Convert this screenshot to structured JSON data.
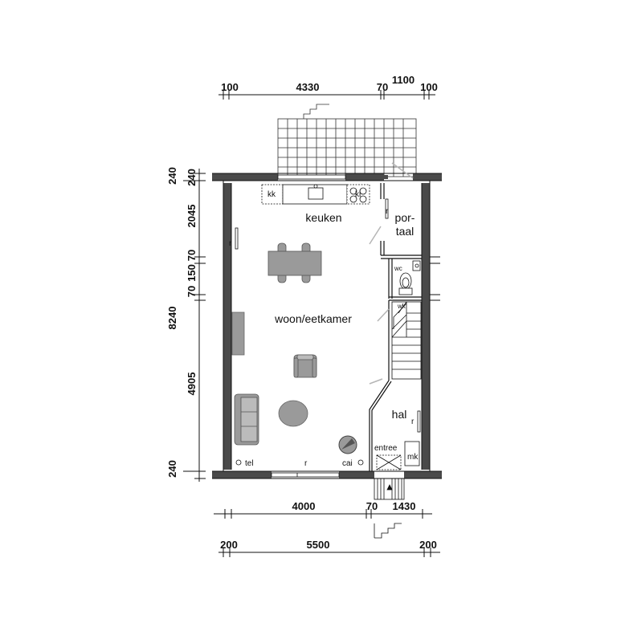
{
  "dimensions": {
    "top": [
      "100",
      "4330",
      "70",
      "1100",
      "100"
    ],
    "left": [
      "240",
      "240",
      "2045",
      "70",
      "150",
      "70",
      "8240",
      "4905",
      "240"
    ],
    "bottom_inner": [
      "4000",
      "70",
      "1430"
    ],
    "bottom_outer": [
      "200",
      "5500",
      "200"
    ]
  },
  "rooms": {
    "keuken": "keuken",
    "portaal_1": "por-",
    "portaal_2": "taal",
    "woon": "woon/eetkamer",
    "hal": "hal"
  },
  "labels": {
    "kk": "kk",
    "kl": "kl",
    "wc": "wc",
    "wk": "wk",
    "entree": "entree",
    "mk": "mk",
    "tel": "tel",
    "cai": "cai",
    "r": "r"
  },
  "colors": {
    "wall": "#4a4a4a",
    "line": "#111111",
    "furniture": "#9a9a9a",
    "furniture_dark": "#666666",
    "door_swing": "#b5b5b5"
  }
}
